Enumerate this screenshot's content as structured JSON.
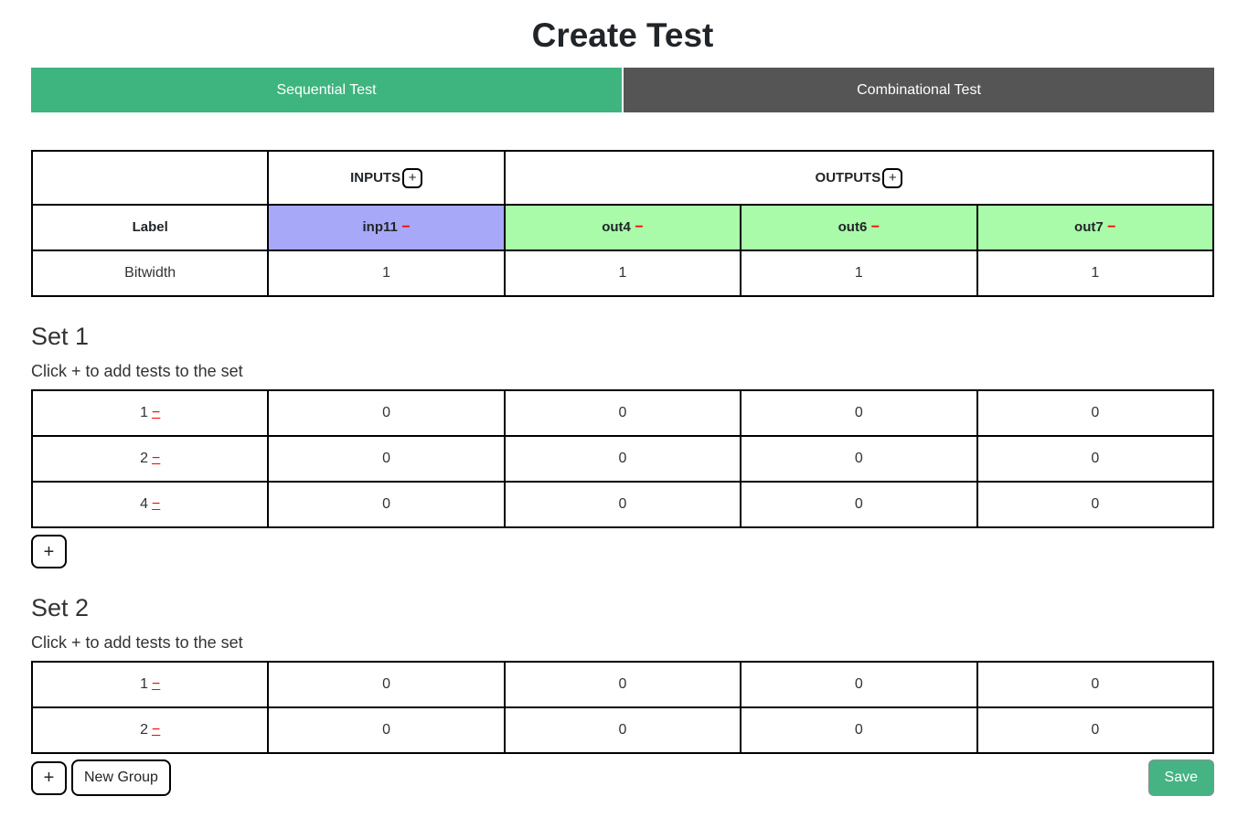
{
  "page": {
    "title": "Create Test"
  },
  "tabs": [
    {
      "label": "Sequential Test",
      "active": true
    },
    {
      "label": "Combinational Test",
      "active": false
    }
  ],
  "signals_table": {
    "inputs_header": "INPUTS",
    "outputs_header": "OUTPUTS",
    "add_input_label": "+",
    "add_output_label": "+",
    "label_row_header": "Label",
    "bitwidth_row_header": "Bitwidth",
    "columns": [
      {
        "name": "inp11",
        "type": "input",
        "remove": "−",
        "bitwidth": "1"
      },
      {
        "name": "out4",
        "type": "output",
        "remove": "−",
        "bitwidth": "1"
      },
      {
        "name": "out6",
        "type": "output",
        "remove": "−",
        "bitwidth": "1"
      },
      {
        "name": "out7",
        "type": "output",
        "remove": "−",
        "bitwidth": "1"
      }
    ]
  },
  "sets": [
    {
      "title": "Set 1",
      "hint": "Click + to add tests to the set",
      "add_test_label": "+",
      "rows": [
        {
          "label": "1",
          "remove": "−",
          "values": [
            "0",
            "0",
            "0",
            "0"
          ]
        },
        {
          "label": "2",
          "remove": "−",
          "values": [
            "0",
            "0",
            "0",
            "0"
          ]
        },
        {
          "label": "4",
          "remove": "−",
          "values": [
            "0",
            "0",
            "0",
            "0"
          ]
        }
      ]
    },
    {
      "title": "Set 2",
      "hint": "Click + to add tests to the set",
      "add_test_label": "+",
      "rows": [
        {
          "label": "1",
          "remove": "−",
          "values": [
            "0",
            "0",
            "0",
            "0"
          ]
        },
        {
          "label": "2",
          "remove": "−",
          "values": [
            "0",
            "0",
            "0",
            "0"
          ]
        }
      ]
    }
  ],
  "footer": {
    "add_test_label": "+",
    "new_group_label": "New Group",
    "save_label": "Save"
  },
  "colors": {
    "active_tab": "#3eb47e",
    "inactive_tab": "#555555",
    "input_cell": "#a8a8f8",
    "output_cell": "#a9fba9",
    "remove_link": "#ff0000",
    "save_button": "#45b384",
    "border": "#000000"
  }
}
